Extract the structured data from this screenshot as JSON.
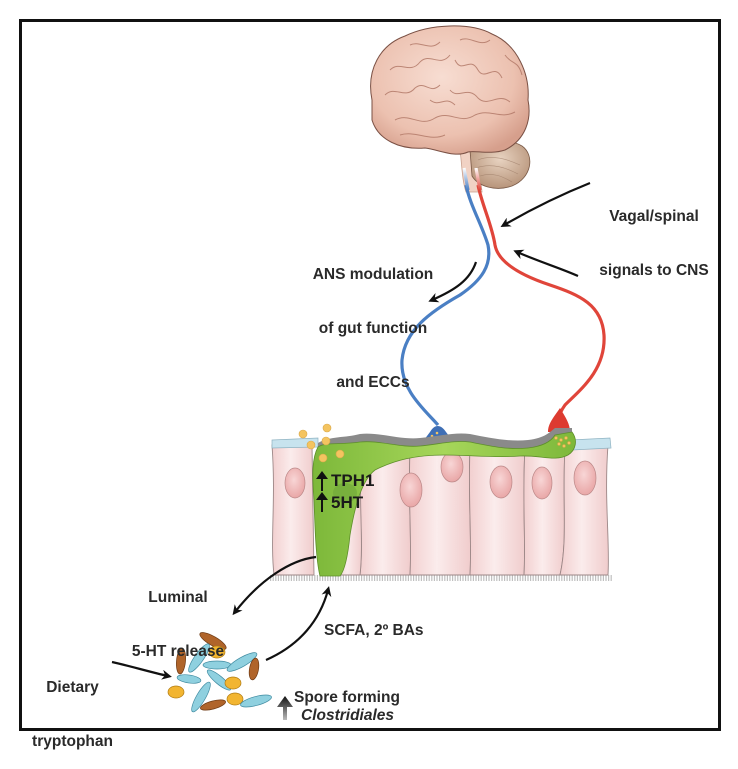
{
  "figure": {
    "type": "gut-brain serotonin signaling schematic",
    "colors": {
      "frame": "#111111",
      "afferent_nerve": "#e0453a",
      "efferent_nerve": "#4a7fc4",
      "enterochromaffin_cell": "#8cc63f",
      "epithelial_cell": "#f6dada",
      "nucleus": "#f0b8b8",
      "mucus_layer": "#8a8a8a",
      "serotonin_granule": "#f4c460",
      "bacteria_rod_blue": "#8fd0df",
      "bacteria_rod_brown": "#b0642a",
      "bacteria_coccus": "#f2b531",
      "brain": "#f0cbbd"
    }
  },
  "labels": {
    "vagal": [
      "Vagal/spinal",
      "signals to CNS"
    ],
    "ans": [
      "ANS modulation",
      "of gut function",
      "and ECCs"
    ],
    "tph1": "TPH1",
    "five_ht": "5HT",
    "luminal": [
      "Luminal",
      "5-HT release"
    ],
    "dietary": [
      "Dietary",
      "tryptophan"
    ],
    "scfa": "SCFA, 2º BAs",
    "spore": "Spore forming",
    "clostridiales": "Clostridiales"
  }
}
